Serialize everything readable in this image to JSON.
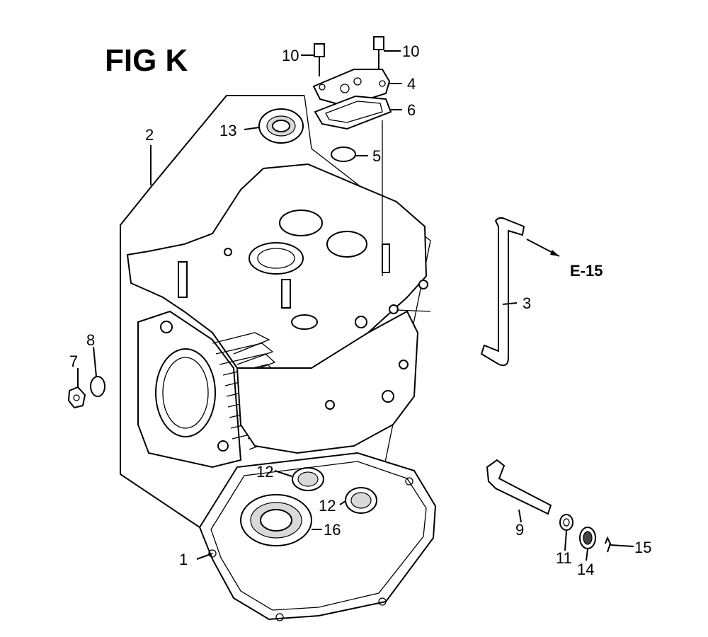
{
  "figure": {
    "title": "FIG K"
  },
  "callouts": [
    "1",
    "2",
    "3",
    "4",
    "5",
    "6",
    "7",
    "8",
    "9",
    "10",
    "10",
    "11",
    "12",
    "12",
    "13",
    "14",
    "15",
    "16"
  ],
  "references": {
    "e15": "E-15"
  }
}
